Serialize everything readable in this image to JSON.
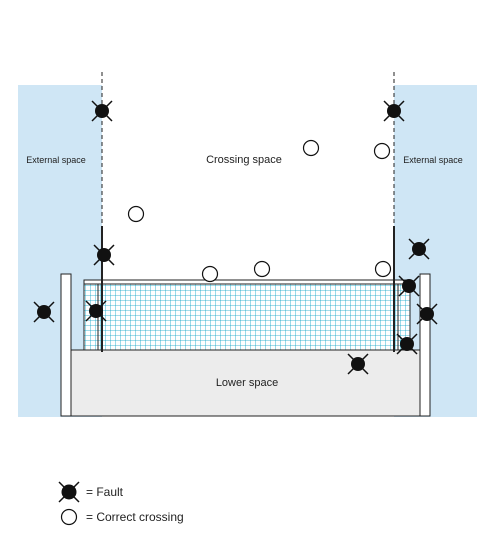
{
  "labels": {
    "external_left": "External space",
    "external_right": "External space",
    "crossing": "Crossing space",
    "lower": "Lower space"
  },
  "legend": {
    "fault": "= Fault",
    "correct": "= Correct crossing"
  },
  "colors": {
    "external_space": "#cfe6f5",
    "net_mesh": "#0aa3c6",
    "lower_space": "#ececec",
    "marker": "#111111"
  },
  "icons": {
    "fault": "crossed-filled-circle-icon",
    "correct": "open-circle-icon"
  }
}
